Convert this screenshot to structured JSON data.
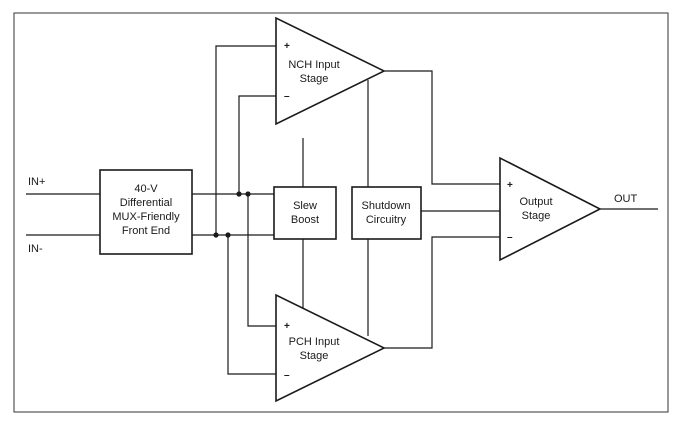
{
  "inputs": {
    "in_plus": "IN+",
    "in_minus": "IN-"
  },
  "output": {
    "label": "OUT"
  },
  "front_end": {
    "lines": [
      "40-V",
      "Differential",
      "MUX-Friendly",
      "Front End"
    ]
  },
  "nch_stage": {
    "lines": [
      "NCH Input",
      "Stage"
    ],
    "plus": "+",
    "minus": "–"
  },
  "pch_stage": {
    "lines": [
      "PCH Input",
      "Stage"
    ],
    "plus": "+",
    "minus": "–"
  },
  "slew_boost": {
    "lines": [
      "Slew",
      "Boost"
    ]
  },
  "shutdown": {
    "lines": [
      "Shutdown",
      "Circuitry"
    ]
  },
  "output_stage": {
    "lines": [
      "Output",
      "Stage"
    ],
    "plus": "+",
    "minus": "–"
  }
}
